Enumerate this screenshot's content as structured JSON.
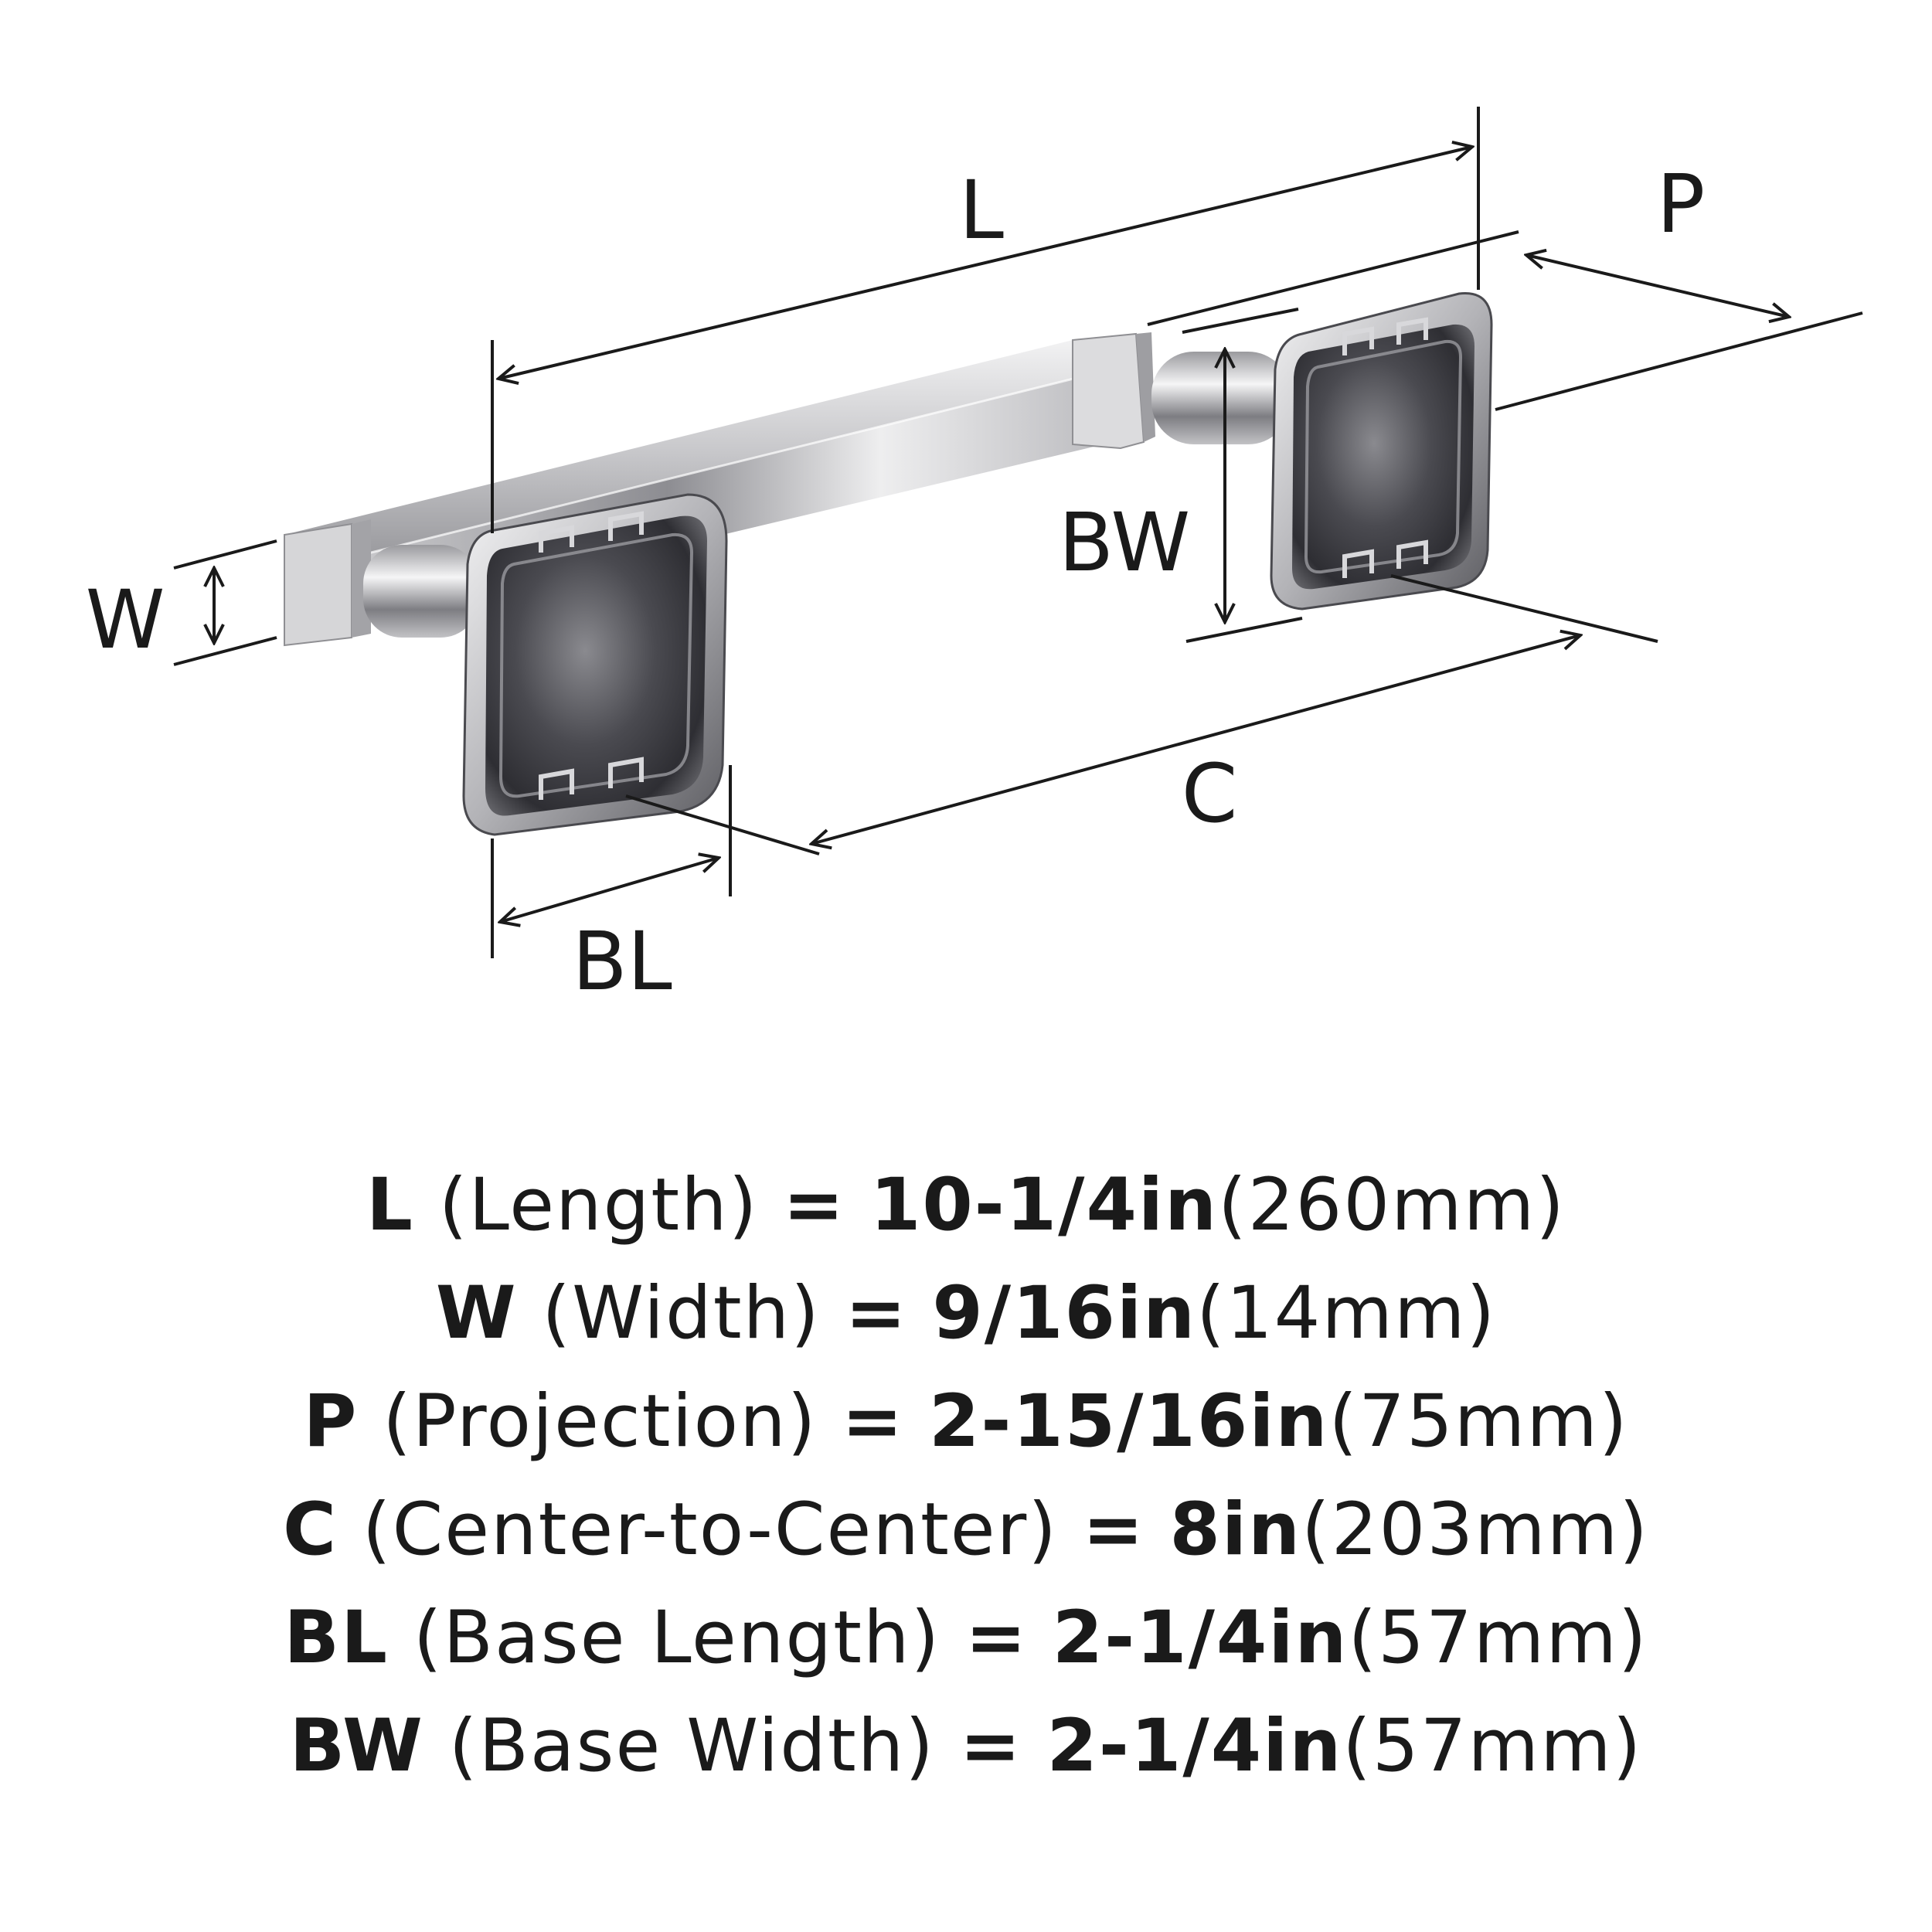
{
  "labels": {
    "L": "L",
    "P": "P",
    "BW": "BW",
    "W": "W",
    "C": "C",
    "BL": "BL"
  },
  "specs": [
    {
      "code": "L",
      "desc": "(Length)",
      "eq": "=",
      "imperial": "10-1/4in",
      "metric": "(260mm)"
    },
    {
      "code": "W",
      "desc": "(Width)",
      "eq": "=",
      "imperial": "9/16in",
      "metric": "(14mm)"
    },
    {
      "code": "P",
      "desc": "(Projection)",
      "eq": "=",
      "imperial": "2-15/16in",
      "metric": "(75mm)"
    },
    {
      "code": "C",
      "desc": "(Center-to-Center)",
      "eq": "=",
      "imperial": "8in",
      "metric": "(203mm)"
    },
    {
      "code": "BL",
      "desc": "(Base Length)",
      "eq": "=",
      "imperial": "2-1/4in",
      "metric": "(57mm)"
    },
    {
      "code": "BW",
      "desc": "(Base Width)",
      "eq": "=",
      "imperial": "2-1/4in",
      "metric": "(57mm)"
    }
  ],
  "colors": {
    "line": "#1a1a1a",
    "chrome_light": "#e2e2e4",
    "chrome_mid": "#a9a9ad",
    "chrome_dark": "#3a3a3f"
  }
}
